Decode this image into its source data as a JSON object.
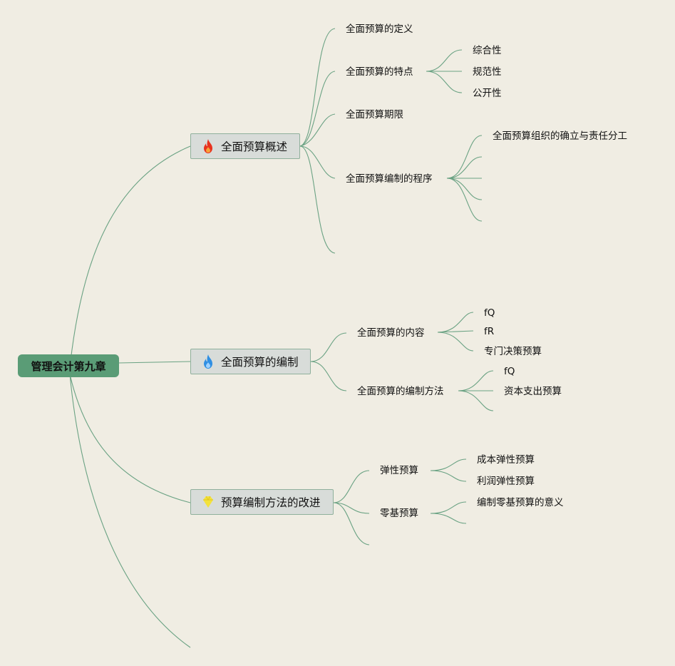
{
  "root": {
    "label": "管理会计第九章"
  },
  "topics": [
    {
      "label": "全面预算概述",
      "icon": "fire-icon",
      "icon_color": "#e8321e"
    },
    {
      "label": "全面预算的编制",
      "icon": "blue-flame-icon",
      "icon_color": "#2f8fe3"
    },
    {
      "label": "预算编制方法的改进",
      "icon": "gem-icon",
      "icon_color": "#f3e23c"
    }
  ],
  "topic1": {
    "children": [
      "全面预算的定义",
      "全面预算的特点",
      "全面预算期限",
      "全面预算编制的程序"
    ],
    "features": [
      "综合性",
      "规范性",
      "公开性"
    ],
    "procedure": [
      "全面预算组织的确立与责任分工"
    ]
  },
  "topic2": {
    "children": [
      "全面预算的内容",
      "全面预算的编制方法"
    ],
    "content": [
      "fQ",
      "fR",
      "专门决策预算"
    ],
    "methods": [
      "fQ",
      "资本支出预算"
    ]
  },
  "topic3": {
    "children": [
      "弹性预算",
      "零基预算"
    ],
    "flexible": [
      "成本弹性预算",
      "利润弹性预算"
    ],
    "zero_based": [
      "编制零基预算的意义"
    ]
  },
  "colors": {
    "background": "#f0ede3",
    "root": "#5a9c76",
    "link": "#6aa283",
    "topic_fill": "#d8dcd9"
  }
}
